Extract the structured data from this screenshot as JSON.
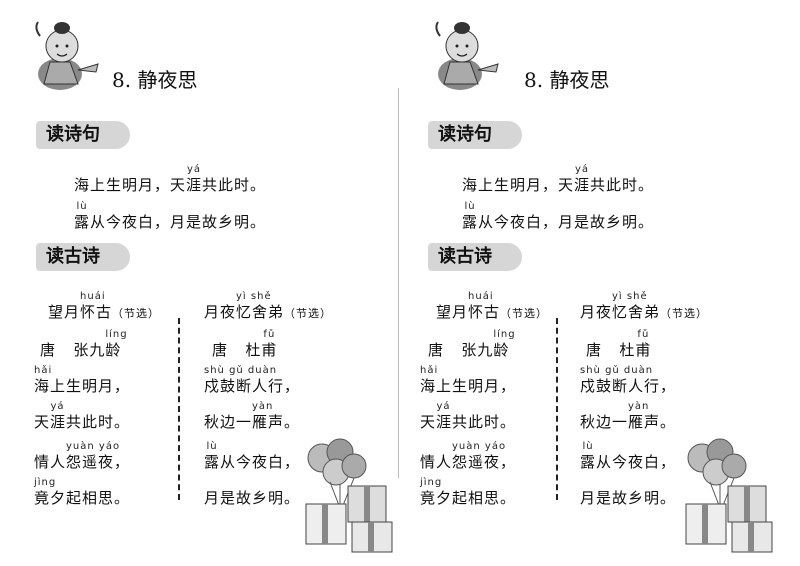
{
  "lesson": {
    "title": "8. 静夜思"
  },
  "section1": {
    "label": "读诗句",
    "line1": {
      "pre": "海上生明月，天",
      "ruby": "涯",
      "py": "yá",
      "post": "共此时。"
    },
    "line2": {
      "ruby": "露",
      "py": "lù",
      "post": "从今夜白，月是故乡明。"
    }
  },
  "section2": {
    "label": "读古诗",
    "poem1": {
      "title_pre": "望月",
      "title_ruby": "怀",
      "title_py": "huái",
      "title_post": "古",
      "note": "（节选）",
      "author_dyn": "唐",
      "author_pre": "张九",
      "author_ruby": "龄",
      "author_py": "líng",
      "l1_ruby": "海",
      "l1_py": "hǎi",
      "l1_post": "上生明月，",
      "l2_ruby": "天涯",
      "l2_py": "yá",
      "l2_post": "共此时。",
      "l3_pre": "情人",
      "l3_ruby": "怨遥",
      "l3_py": "yuàn yáo",
      "l3_post": "夜，",
      "l4_ruby": "竟",
      "l4_py": "jìng",
      "l4_post": "夕起相思。"
    },
    "poem2": {
      "title_pre": "月夜",
      "title_ruby": "忆舍",
      "title_py": "yì shě",
      "title_post": "弟",
      "note": "（节选）",
      "author_dyn": "唐",
      "author_pre": "杜",
      "author_ruby": "甫",
      "author_py": "fǔ",
      "l1_ruby": "戍鼓断",
      "l1_py": "shù gǔ duàn",
      "l1_post": "人行，",
      "l2_pre": "秋边一",
      "l2_ruby": "雁",
      "l2_py": "yàn",
      "l2_post": "声。",
      "l3_ruby": "露",
      "l3_py": "lù",
      "l3_post": "从今夜白，",
      "l4": "月是故乡明。"
    }
  },
  "icons": {
    "mascot": "ancient-scholar-icon",
    "decor": "balloons-gifts-icon"
  }
}
